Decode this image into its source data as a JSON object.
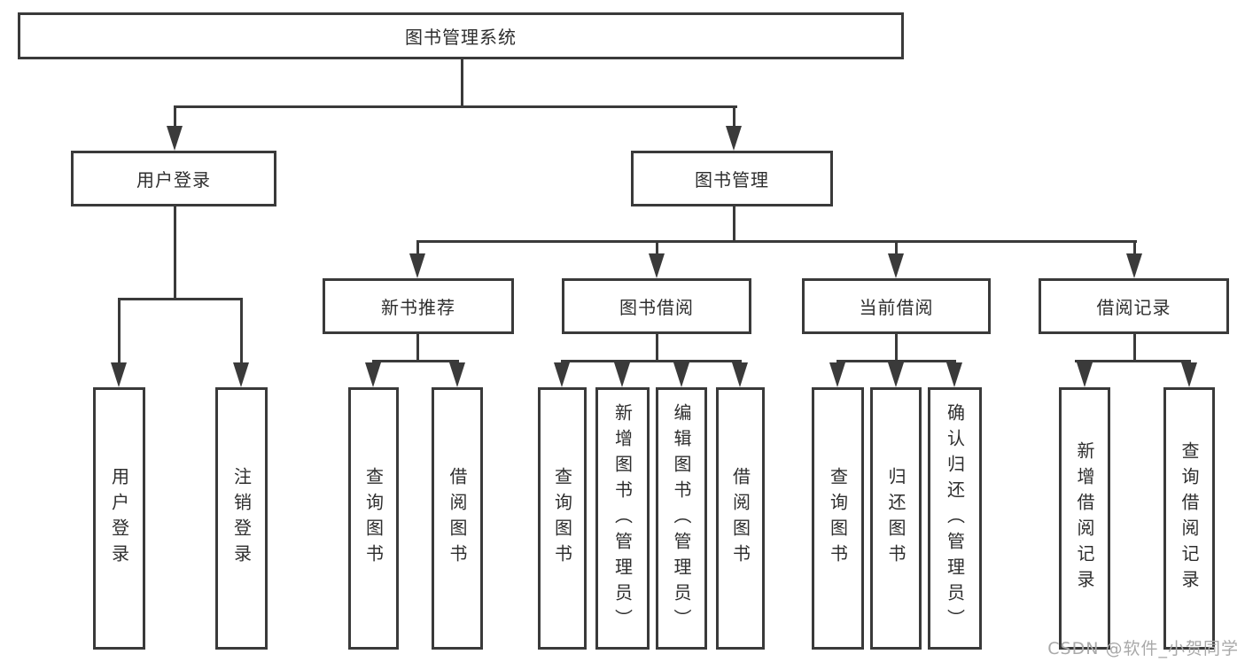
{
  "diagram_type": "hierarchy-tree",
  "colors": {
    "line": "#3a3a3a",
    "text": "#2e2e2e",
    "watermark": "#a9a9a9",
    "background": "#ffffff"
  },
  "nodes": {
    "root": {
      "label": "图书管理系统"
    },
    "user_login": {
      "label": "用户登录"
    },
    "book_mgmt": {
      "label": "图书管理"
    },
    "login": {
      "label": "用户登录"
    },
    "logout": {
      "label": "注销登录"
    },
    "new_book_rec": {
      "label": "新书推荐"
    },
    "book_borrow": {
      "label": "图书借阅"
    },
    "current_borrow": {
      "label": "当前借阅"
    },
    "borrow_records": {
      "label": "借阅记录"
    },
    "rec_query": {
      "label": "查询图书"
    },
    "rec_borrow": {
      "label": "借阅图书"
    },
    "bb_query": {
      "label": "查询图书"
    },
    "bb_add": {
      "label": "新增图书（管理员）"
    },
    "bb_edit": {
      "label": "编辑图书（管理员）"
    },
    "bb_borrow": {
      "label": "借阅图书"
    },
    "cb_query": {
      "label": "查询图书"
    },
    "cb_return": {
      "label": "归还图书"
    },
    "cb_confirm": {
      "label": "确认归还（管理员）"
    },
    "br_add": {
      "label": "新增借阅记录"
    },
    "br_query": {
      "label": "查询借阅记录"
    }
  },
  "hierarchy": {
    "图书管理系统": {
      "用户登录": [
        "用户登录",
        "注销登录"
      ],
      "图书管理": {
        "新书推荐": [
          "查询图书",
          "借阅图书"
        ],
        "图书借阅": [
          "查询图书",
          "新增图书（管理员）",
          "编辑图书（管理员）",
          "借阅图书"
        ],
        "当前借阅": [
          "查询图书",
          "归还图书",
          "确认归还（管理员）"
        ],
        "借阅记录": [
          "新增借阅记录",
          "查询借阅记录"
        ]
      }
    }
  },
  "watermark": "CSDN @软件_小贺同学"
}
